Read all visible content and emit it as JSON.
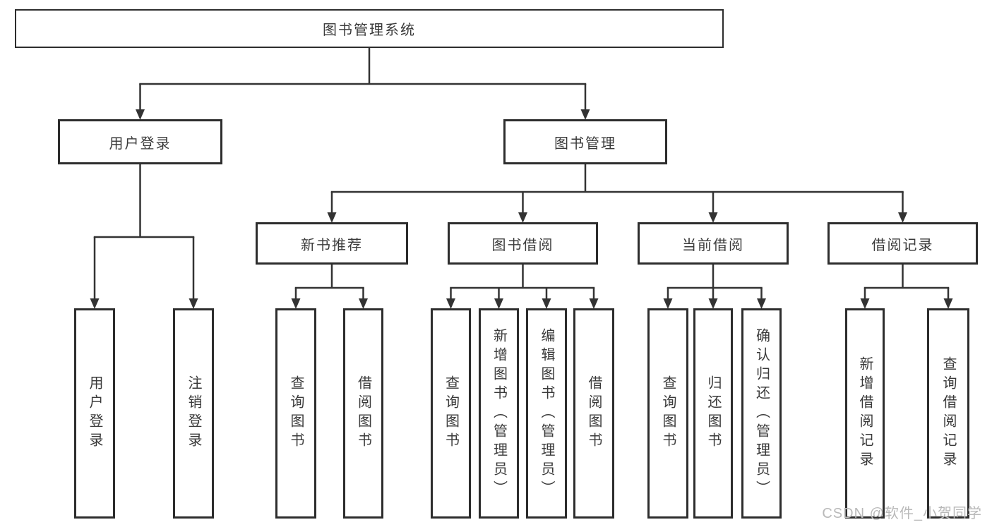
{
  "diagram": {
    "watermark": "CSDN @软件_小贺同学",
    "nodes": [
      {
        "id": "root",
        "label": "图书管理系统",
        "parent": null
      },
      {
        "id": "user-login",
        "label": "用户登录",
        "parent": "root"
      },
      {
        "id": "book-mgmt",
        "label": "图书管理",
        "parent": "root"
      },
      {
        "id": "login",
        "label": "用户登录",
        "parent": "user-login"
      },
      {
        "id": "logout",
        "label": "注销登录",
        "parent": "user-login"
      },
      {
        "id": "new-book-rec",
        "label": "新书推荐",
        "parent": "book-mgmt"
      },
      {
        "id": "book-borrow",
        "label": "图书借阅",
        "parent": "book-mgmt"
      },
      {
        "id": "current-borrow",
        "label": "当前借阅",
        "parent": "book-mgmt"
      },
      {
        "id": "borrow-records",
        "label": "借阅记录",
        "parent": "book-mgmt"
      },
      {
        "id": "rec-query-book",
        "label": "查询图书",
        "parent": "new-book-rec"
      },
      {
        "id": "rec-borrow-book",
        "label": "借阅图书",
        "parent": "new-book-rec"
      },
      {
        "id": "bb-query-book",
        "label": "查询图书",
        "parent": "book-borrow"
      },
      {
        "id": "bb-add-book",
        "label": "新增图书（管理员）",
        "parent": "book-borrow"
      },
      {
        "id": "bb-edit-book",
        "label": "编辑图书（管理员）",
        "parent": "book-borrow"
      },
      {
        "id": "bb-borrow-book",
        "label": "借阅图书",
        "parent": "book-borrow"
      },
      {
        "id": "cb-query-book",
        "label": "查询图书",
        "parent": "current-borrow"
      },
      {
        "id": "cb-return-book",
        "label": "归还图书",
        "parent": "current-borrow"
      },
      {
        "id": "cb-confirm-return",
        "label": "确认归还（管理员）",
        "parent": "current-borrow"
      },
      {
        "id": "br-add-record",
        "label": "新增借阅记录",
        "parent": "borrow-records"
      },
      {
        "id": "br-query-record",
        "label": "查询借阅记录",
        "parent": "borrow-records"
      }
    ],
    "edge_color": "#333333",
    "box_border_color": "#2d2d2d",
    "text_color": "#3a3a3a",
    "watermark_color": "#b9b9b9"
  }
}
